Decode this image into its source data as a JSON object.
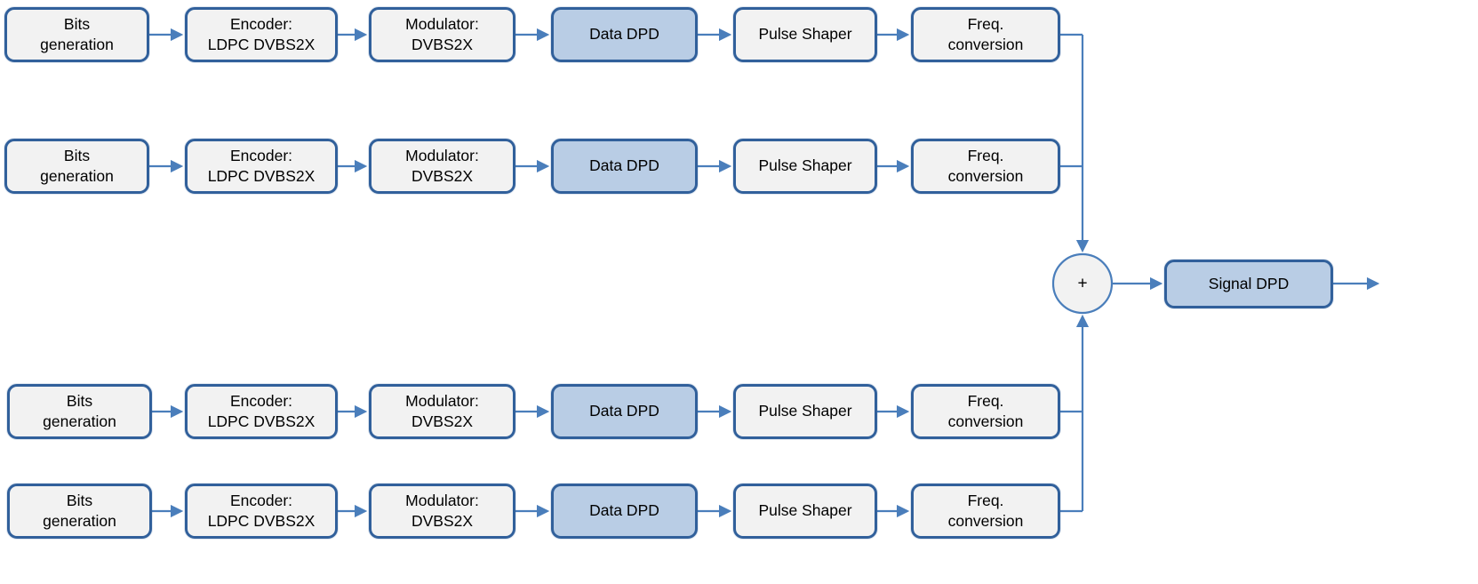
{
  "diagram": {
    "title": "multi-carrier DVBS2X transmitter chain with data DPD and signal DPD",
    "sum_node": {
      "label": "+"
    },
    "output_block": {
      "label": "Signal DPD"
    },
    "rows": [
      {
        "blocks": [
          {
            "label": "Bits\ngeneration"
          },
          {
            "label": "Encoder:\nLDPC DVBS2X"
          },
          {
            "label": "Modulator:\nDVBS2X"
          },
          {
            "label": "Data DPD",
            "highlight": true
          },
          {
            "label": "Pulse Shaper"
          },
          {
            "label": "Freq.\nconversion"
          }
        ]
      },
      {
        "blocks": [
          {
            "label": "Bits\ngeneration"
          },
          {
            "label": "Encoder:\nLDPC DVBS2X"
          },
          {
            "label": "Modulator:\nDVBS2X"
          },
          {
            "label": "Data DPD",
            "highlight": true
          },
          {
            "label": "Pulse Shaper"
          },
          {
            "label": "Freq.\nconversion"
          }
        ]
      },
      {
        "blocks": [
          {
            "label": "Bits\ngeneration"
          },
          {
            "label": "Encoder:\nLDPC DVBS2X"
          },
          {
            "label": "Modulator:\nDVBS2X"
          },
          {
            "label": "Data DPD",
            "highlight": true
          },
          {
            "label": "Pulse Shaper"
          },
          {
            "label": "Freq.\nconversion"
          }
        ]
      },
      {
        "blocks": [
          {
            "label": "Bits\ngeneration"
          },
          {
            "label": "Encoder:\nLDPC DVBS2X"
          },
          {
            "label": "Modulator:\nDVBS2X"
          },
          {
            "label": "Data DPD",
            "highlight": true
          },
          {
            "label": "Pulse Shaper"
          },
          {
            "label": "Freq.\nconversion"
          }
        ]
      }
    ],
    "colors": {
      "block_fill": "#f2f2f2",
      "dpd_fill": "#b9cde5",
      "block_border": "#31609b",
      "arrow": "#4a7ebb",
      "text": "#000000",
      "background": "#ffffff"
    }
  }
}
